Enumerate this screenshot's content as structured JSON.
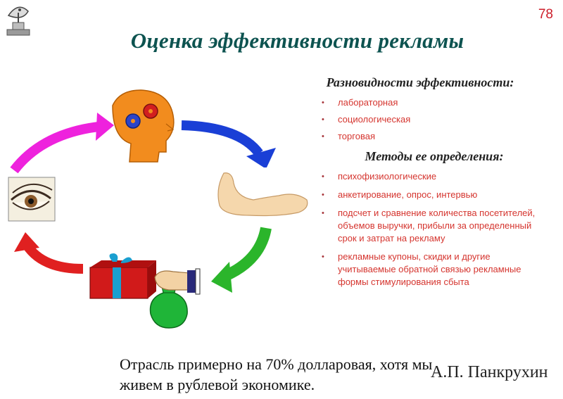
{
  "slide": {
    "page_number": "78",
    "title": "Оценка эффективности рекламы"
  },
  "panel": {
    "heading_types": "Разновидности эффективности:",
    "types": [
      "лабораторная",
      "социологическая",
      "торговая"
    ],
    "heading_methods": "Методы ее определения:",
    "methods": [
      "психофизиологические",
      "анкетирование, опрос, интервью",
      "подсчет и сравнение количества посетителей, объемов выручки, прибыли за определенный срок и затрат на рекламу",
      "рекламные купоны, скидки и другие учитываемые обратной связью рекламные формы стимулирования сбыта"
    ]
  },
  "footer": {
    "quote": "Отрасль примерно на 70% долларовая, хотя мы живем в рублевой экономике.",
    "author": "А.П. Панкрухин"
  },
  "diagram": {
    "nodes": [
      "head-with-gears",
      "foot",
      "money-bag-in-hand",
      "gift-box",
      "eye"
    ],
    "arrow_colors": {
      "head_to_foot": "#1a3fd6",
      "foot_to_money": "#2bb52b",
      "money_to_gift": "#e02020",
      "gift_to_eye": "#e02020",
      "eye_to_head": "#ee22dd"
    }
  }
}
